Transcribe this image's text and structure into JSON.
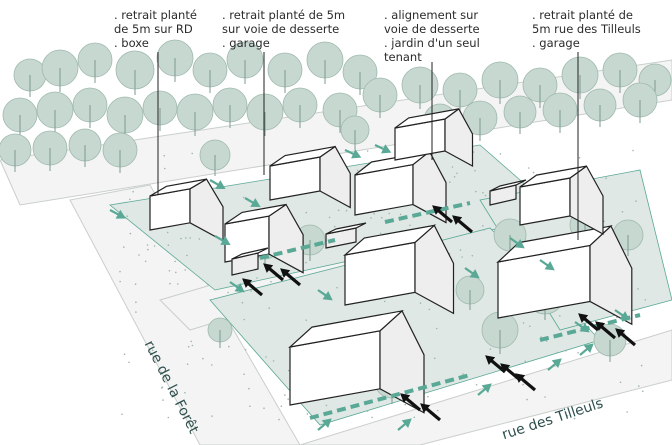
{
  "annotations": [
    {
      "lines": ". retrait planté\nde 5m sur RD\n. boxe"
    },
    {
      "lines": ". retrait planté de 5m\nsur voie de desserte\n. garage"
    },
    {
      "lines": ". alignement sur\nvoie de desserte\n. jardin d'un seul\ntenant"
    },
    {
      "lines": ". retrait planté de\n5m rue des Tilleuls\n. garage"
    }
  ],
  "streets": {
    "foret": "rue de la Forêt",
    "tilleuls": "rue des Tilleuls"
  },
  "colors": {
    "tree": "#c7d8d0",
    "tree_edge": "#9fb9ad",
    "plot": "#dfe8e4",
    "road": "#f3f4f3",
    "accent": "#5aa896",
    "house_roof": "#ffffff",
    "house_wall": "#eeeeee",
    "arrow": "#111111"
  },
  "icons": [
    "access-arrow-icon",
    "planting-arrow-icon",
    "tree-icon",
    "house-icon"
  ]
}
